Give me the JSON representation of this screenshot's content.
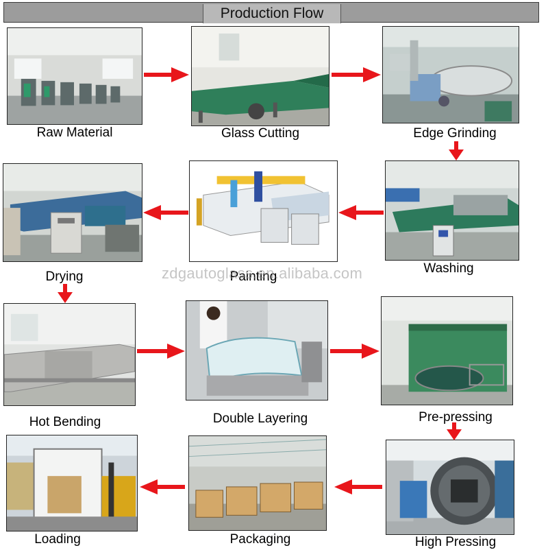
{
  "header": {
    "title": "Production Flow"
  },
  "watermark": "zdgautoglass.en.alibaba.com",
  "colors": {
    "arrow": "#e8161b",
    "header_bg": "#9c9c9c",
    "factory_green": "#2f7f5a"
  },
  "steps": [
    {
      "label": "Raw Material"
    },
    {
      "label": "Glass Cutting"
    },
    {
      "label": "Edge Grinding"
    },
    {
      "label": "Washing"
    },
    {
      "label": "Painting"
    },
    {
      "label": "Drying"
    },
    {
      "label": "Hot Bending"
    },
    {
      "label": "Double Layering"
    },
    {
      "label": "Pre-pressing"
    },
    {
      "label": "High Pressing"
    },
    {
      "label": "Packaging"
    },
    {
      "label": "Loading"
    }
  ]
}
